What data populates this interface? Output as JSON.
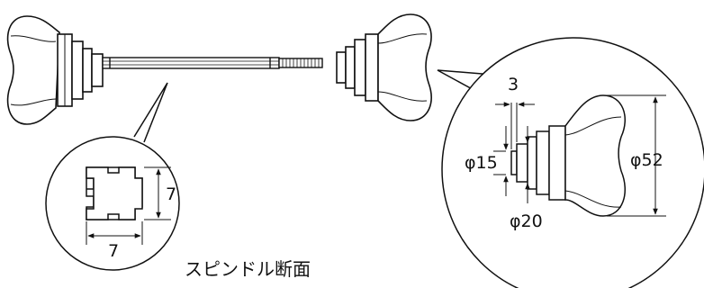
{
  "section_caption": "スピンドル断面",
  "spindle_section": {
    "width_label": "7",
    "height_label": "7"
  },
  "knob_dimensions": {
    "neck_length_label": "3",
    "neck_diameter_label": "φ15",
    "collar_diameter_label": "φ20",
    "knob_diameter_label": "φ52"
  }
}
